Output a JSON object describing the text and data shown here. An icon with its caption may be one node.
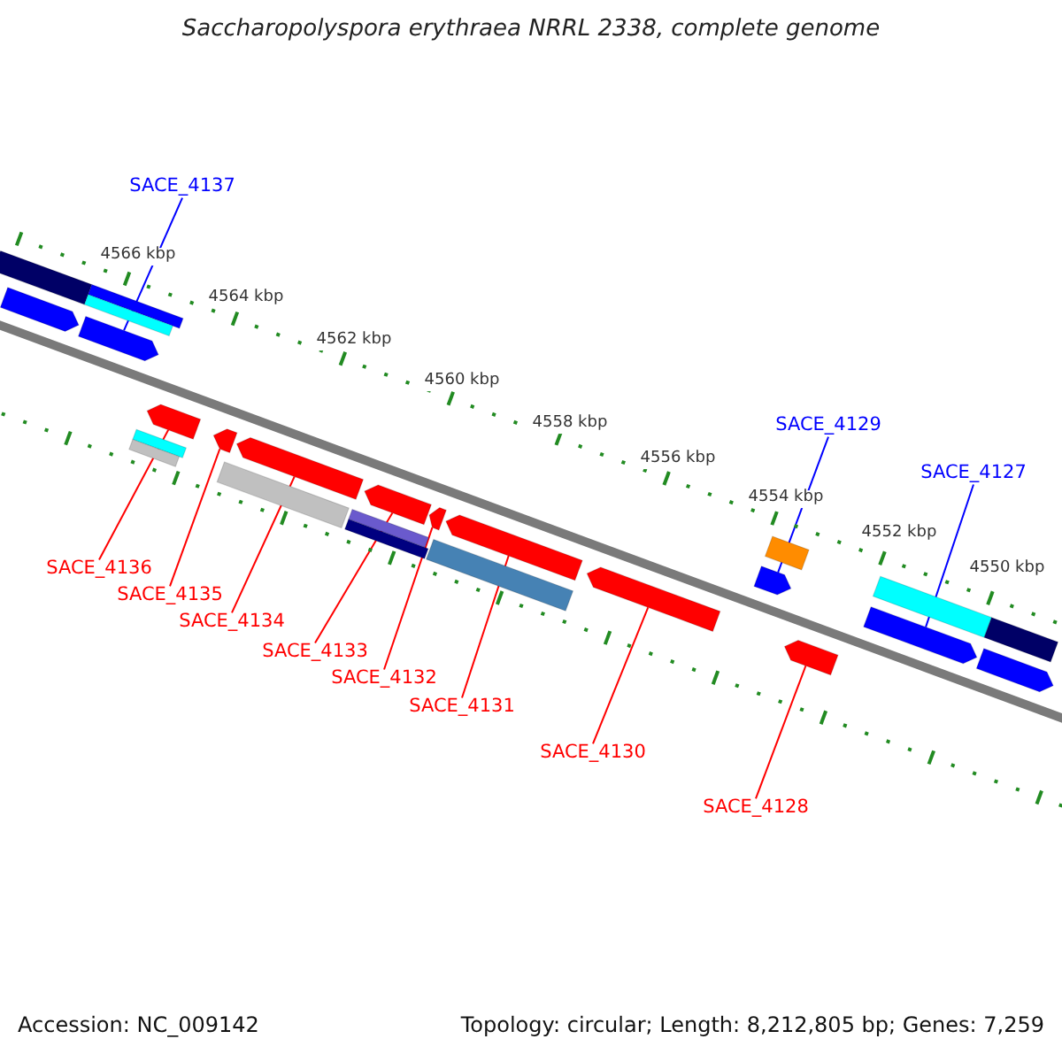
{
  "diagram": {
    "title": "Saccharopolyspora erythraea NRRL 2338, complete genome",
    "nodes": [
      {
        "text": [
          "SACE_4137"
        ]
      },
      {
        "text": [
          "SACE_4129"
        ]
      },
      {
        "text": [
          "SACE_4127"
        ]
      },
      {
        "text": [
          "SACE_4136"
        ]
      },
      {
        "text": [
          "SACE_4135"
        ]
      },
      {
        "text": [
          "SACE_4134"
        ]
      },
      {
        "text": [
          "SACE_4133"
        ]
      },
      {
        "text": [
          "SACE_4132"
        ]
      },
      {
        "text": [
          "SACE_4131"
        ]
      },
      {
        "text": [
          "SACE_4130"
        ]
      },
      {
        "text": [
          "SACE_4128"
        ]
      },
      {
        "text": [],
        "shape": "bar"
      },
      {
        "text": [],
        "shape": "arrow"
      },
      {
        "text": [],
        "shape": "bar"
      },
      {
        "text": [],
        "shape": "bar"
      },
      {
        "text": [],
        "shape": "arrow"
      },
      {
        "text": [],
        "shape": "bar"
      },
      {
        "text": [],
        "shape": "bar"
      },
      {
        "text": [],
        "shape": "arrow"
      },
      {
        "text": [],
        "shape": "arrow"
      },
      {
        "text": [],
        "shape": "bar"
      },
      {
        "text": [],
        "shape": "arrow"
      },
      {
        "text": [],
        "shape": "bar"
      },
      {
        "text": [],
        "shape": "bar"
      },
      {
        "text": [],
        "shape": "arrow"
      },
      {
        "text": [],
        "shape": "arrow"
      },
      {
        "text": [],
        "shape": "bar"
      },
      {
        "text": [],
        "shape": "arrow"
      },
      {
        "text": [],
        "shape": "arrow"
      },
      {
        "text": [],
        "shape": "bar"
      },
      {
        "text": [],
        "shape": "arrow"
      },
      {
        "text": [],
        "shape": "arrow"
      },
      {
        "text": [],
        "shape": "bar"
      },
      {
        "text": [],
        "shape": "arrow"
      },
      {
        "text": [],
        "shape": "bar"
      },
      {
        "text": [],
        "shape": "arrow"
      }
    ],
    "edges": [
      {
        "from": 0,
        "to": 15,
        "arrow": "none",
        "color": "#0000ff"
      },
      {
        "from": 1,
        "to": 30,
        "arrow": "none",
        "color": "#0000ff"
      },
      {
        "from": 2,
        "to": 33,
        "arrow": "none",
        "color": "#0000ff"
      },
      {
        "from": 3,
        "to": 18,
        "arrow": "none"
      },
      {
        "from": 4,
        "to": 19,
        "arrow": "none"
      },
      {
        "from": 5,
        "to": 21,
        "arrow": "none"
      },
      {
        "from": 6,
        "to": 24,
        "arrow": "none"
      },
      {
        "from": 7,
        "to": 25,
        "arrow": "none"
      },
      {
        "from": 8,
        "to": 27,
        "arrow": "none"
      },
      {
        "from": 9,
        "to": 28,
        "arrow": "none"
      },
      {
        "from": 10,
        "to": 31,
        "arrow": "none"
      }
    ],
    "labels": [
      "4566 kbp",
      "4564 kbp",
      "4562 kbp",
      "4560 kbp",
      "4558 kbp",
      "4556 kbp",
      "4554 kbp",
      "4552 kbp",
      "4550 kbp",
      "Accession: NC_009142",
      "Topology: circular; Length: 8,212,805 bp; Genes: 7,259"
    ]
  }
}
